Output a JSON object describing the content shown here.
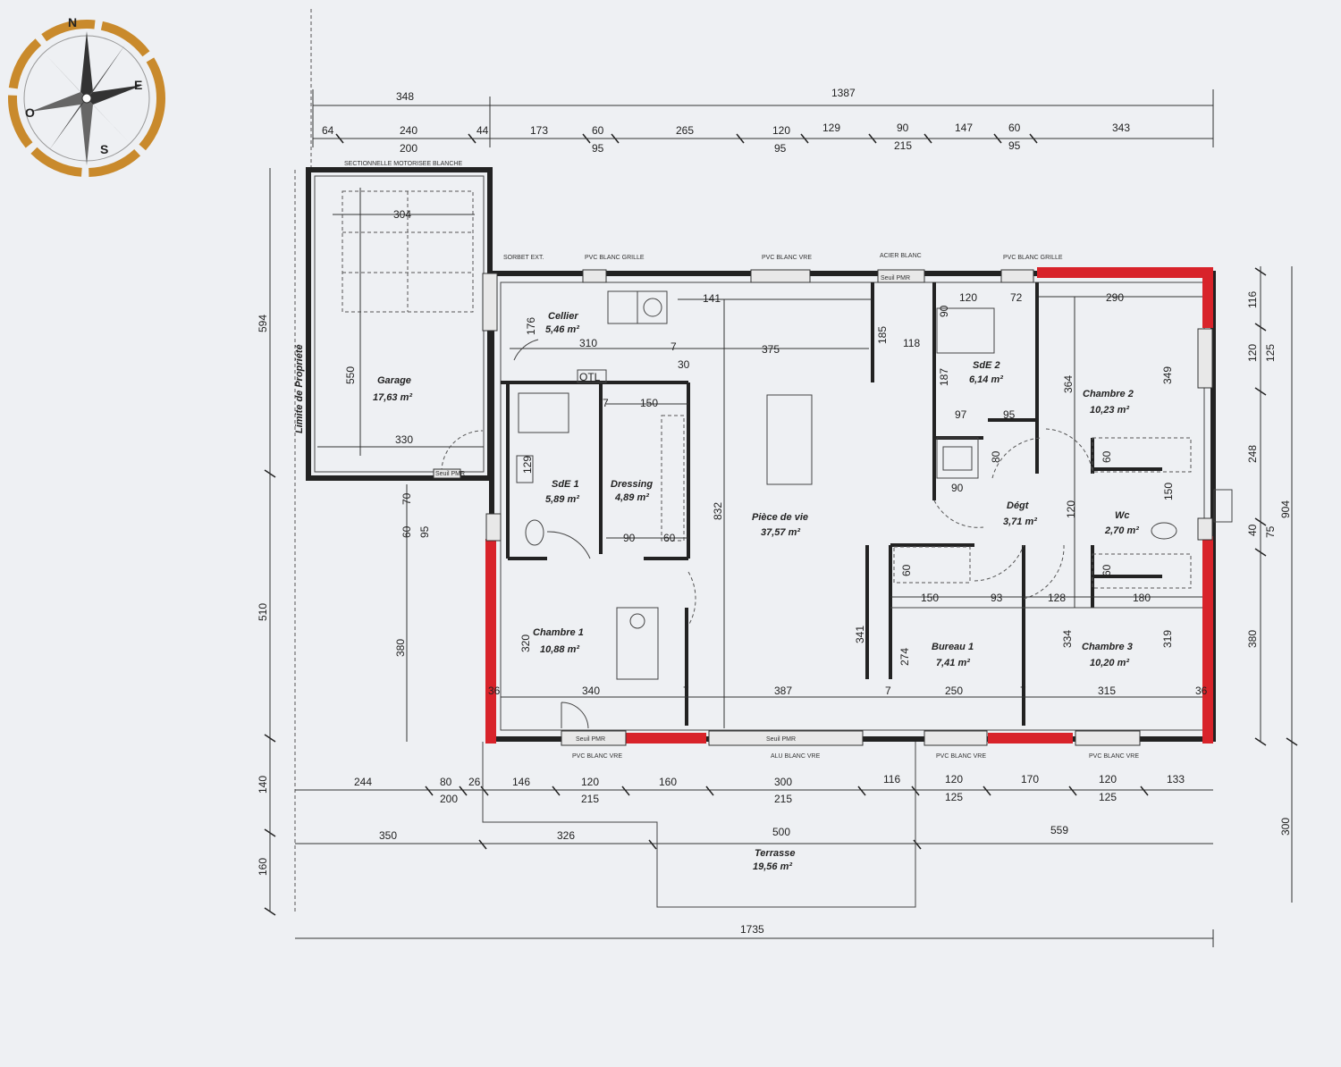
{
  "compass": {
    "letters": {
      "n": "N",
      "s": "S",
      "e": "E",
      "o": "O"
    }
  },
  "dimensions": {
    "top_row1": [
      "348",
      "1387"
    ],
    "top_row2": [
      "64",
      "240",
      "44",
      "173",
      "60",
      "265",
      "120",
      "129",
      "90",
      "147",
      "60",
      "343"
    ],
    "top_row3": [
      "200",
      "95",
      "95",
      "215",
      "95"
    ],
    "bottom_row1": [
      "244",
      "80",
      "26",
      "146",
      "120",
      "160",
      "300",
      "116",
      "120",
      "170",
      "120",
      "133"
    ],
    "bottom_row2": [
      "200",
      "215",
      "215",
      "125",
      "125"
    ],
    "bottom_row3": [
      "350",
      "326",
      "500",
      "559"
    ],
    "overall_width": "1735",
    "left_side": [
      "594",
      "510",
      "140",
      "160"
    ],
    "right_side": [
      "904",
      "116",
      "120",
      "125",
      "248",
      "40",
      "75",
      "380",
      "300"
    ],
    "interior": {
      "garage_w": "304",
      "garage_h": "550",
      "garage_bottom": "330",
      "d141": "141",
      "d310": "310",
      "d375": "375",
      "d30": "30",
      "d7a": "7",
      "d176": "176",
      "d150a": "150",
      "d90a": "90",
      "d60a": "60",
      "d832": "832",
      "d129": "129",
      "d320": "320",
      "d380": "380",
      "d70": "70",
      "d60b": "60",
      "d95": "95",
      "d340": "340",
      "d36a": "36",
      "d387": "387",
      "d341": "341",
      "d185": "185",
      "d118": "118",
      "d120": "120",
      "d72": "72",
      "d290": "290",
      "d364": "364",
      "d349": "349",
      "d187": "187",
      "d97": "97",
      "d95b": "95",
      "d80": "80",
      "d90b": "90",
      "d150b": "150",
      "d120b": "120",
      "d60c": "60",
      "d60d": "60",
      "d150c": "150",
      "d93": "93",
      "d128": "128",
      "d180": "180",
      "d274": "274",
      "d334": "334",
      "d319": "319",
      "d250": "250",
      "d315": "315",
      "d36b": "36",
      "otl": "OTL",
      "d7": "7"
    }
  },
  "rooms": {
    "garage": {
      "name": "Garage",
      "area": "17,63 m²"
    },
    "cellier": {
      "name": "Cellier",
      "area": "5,46 m²"
    },
    "sde1": {
      "name": "SdE 1",
      "area": "5,89 m²"
    },
    "dressing": {
      "name": "Dressing",
      "area": "4,89 m²"
    },
    "piece_de_vie": {
      "name": "Pièce de vie",
      "area": "37,57 m²"
    },
    "chambre1": {
      "name": "Chambre 1",
      "area": "10,88 m²"
    },
    "sde2": {
      "name": "SdE 2",
      "area": "6,14 m²"
    },
    "chambre2": {
      "name": "Chambre 2",
      "area": "10,23 m²"
    },
    "degt": {
      "name": "Dégt",
      "area": "3,71 m²"
    },
    "wc": {
      "name": "Wc",
      "area": "2,70 m²"
    },
    "bureau1": {
      "name": "Bureau 1",
      "area": "7,41 m²"
    },
    "chambre3": {
      "name": "Chambre 3",
      "area": "10,20 m²"
    },
    "terrasse": {
      "name": "Terrasse",
      "area": "19,56 m²"
    }
  },
  "labels": {
    "limite": "Limite de Propriété",
    "sectionnelle": "SECTIONNELLE MOTORISEE BLANCHE",
    "pvc_grille": "PVC BLANC GRILLE",
    "pvc_vr": "PVC BLANC VRE",
    "acier": "ACIER BLANC",
    "seuil": "Seuil PMR",
    "alu": "ALU BLANC VRE",
    "sorbet": "SORBET EXT."
  },
  "colors": {
    "ink": "#222222",
    "red": "#d8232a",
    "paper": "#eef0f3"
  }
}
